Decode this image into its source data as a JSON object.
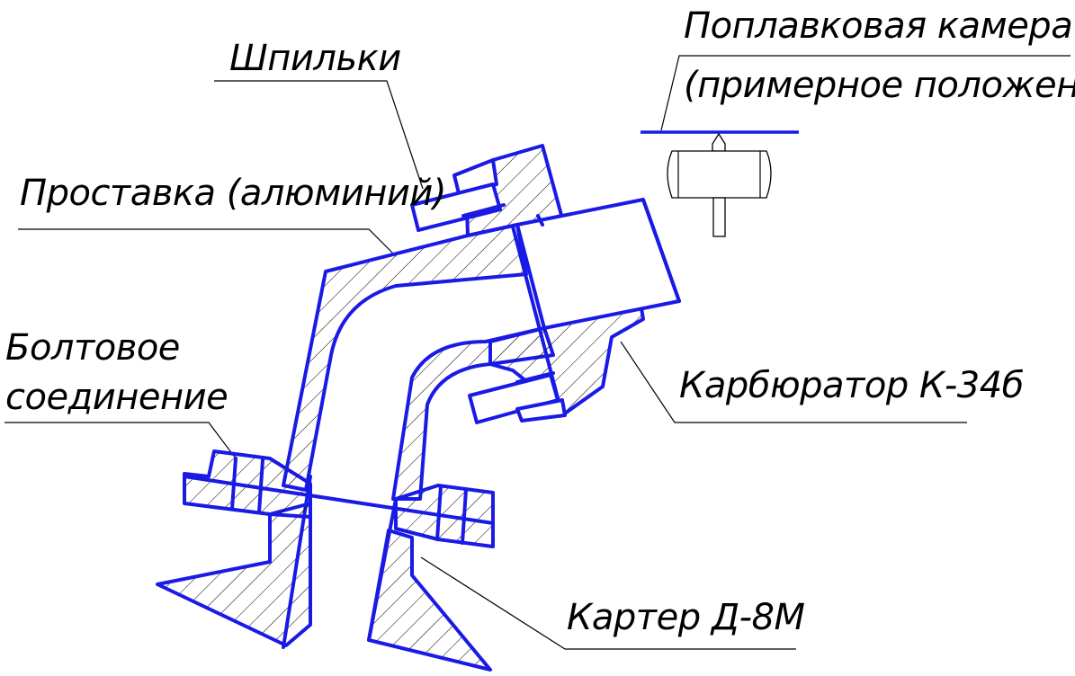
{
  "labels": {
    "studs": "Шпильки",
    "float_chamber_line1": "Поплавковая камера",
    "float_chamber_line2": "(примерное положение)",
    "spacer": "Проставка (алюминий)",
    "bolted_joint_line1": "Болтовое",
    "bolted_joint_line2": "соединение",
    "carburetor": "Карбюратор К-34б",
    "crankcase": "Картер Д-8М"
  },
  "colors": {
    "part_outline": "#1a1ae6",
    "hatch": "#000000",
    "leader": "#000000",
    "background": "#ffffff"
  }
}
